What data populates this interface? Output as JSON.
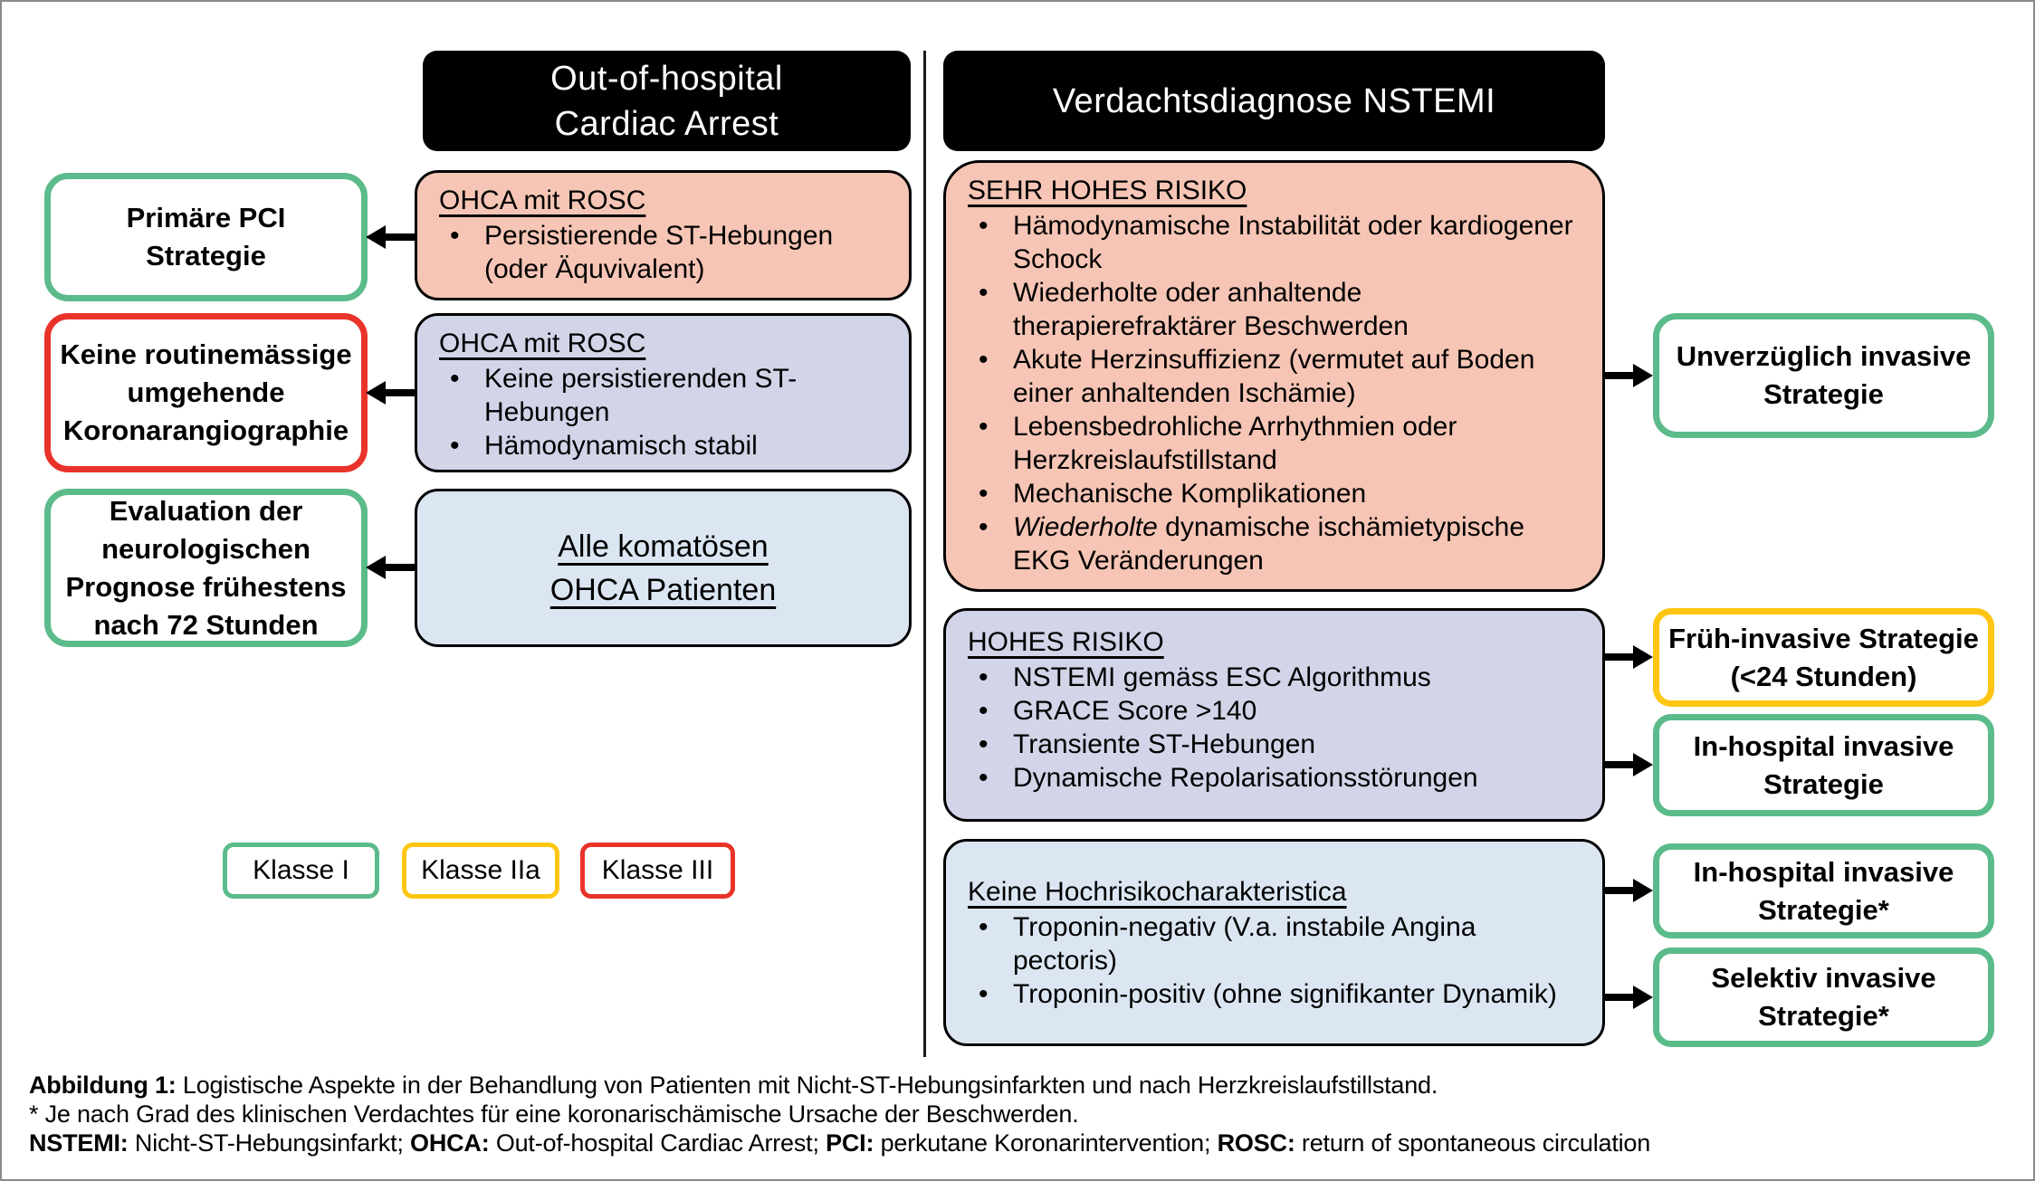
{
  "colors": {
    "green": "#5bbb8a",
    "red": "#e9332a",
    "yellow": "#fec612",
    "pink": "#f6c5b5",
    "lavender": "#d2d4e8",
    "light_blue": "#dce6f3",
    "header_bg": "#000000"
  },
  "headers": {
    "ohca": "Out-of-hospital\nCardiac Arrest",
    "nstemi": "Verdachtsdiagnose NSTEMI"
  },
  "ohca_section": {
    "outcomes": [
      {
        "label": "Primäre PCI\nStrategie"
      },
      {
        "label": "Keine routinemässige\numgehende\nKoronarangiographie"
      },
      {
        "label": "Evaluation der\nneurologischen\nPrognose frühestens\nnach 72 Stunden"
      }
    ],
    "criteria": [
      {
        "title": "OHCA mit ROSC",
        "bullets": [
          {
            "text": "Persistierende ST-Hebungen (oder Äquvivalent)"
          }
        ]
      },
      {
        "title": "OHCA mit ROSC",
        "bullets": [
          {
            "text": "Keine persistierenden ST-Hebungen"
          },
          {
            "text": "Hämodynamisch stabil"
          }
        ]
      },
      {
        "lines": "Alle komatösen\nOHCA Patienten"
      }
    ]
  },
  "nstemi_section": {
    "very_high": {
      "title": "SEHR HOHES RISIKO",
      "bullets": [
        {
          "text": "Hämodynamische Instabilität oder kardiogener Schock"
        },
        {
          "text": "Wiederholte oder anhaltende therapierefraktärer Beschwerden"
        },
        {
          "text": "Akute Herzinsuffizienz (vermutet auf Boden einer anhaltenden Ischämie)"
        },
        {
          "text": "Lebensbedrohliche Arrhythmien oder Herzkreislaufstillstand"
        },
        {
          "text": "Mechanische Komplikationen"
        },
        {
          "em": "Wiederholte",
          "text": " dynamische ischämietypische EKG Veränderungen"
        }
      ],
      "outcome": "Unverzüglich invasive\nStrategie"
    },
    "high": {
      "title": "HOHES RISIKO",
      "bullets": [
        {
          "text": "NSTEMI gemäss ESC Algorithmus"
        },
        {
          "text": "GRACE Score >140"
        },
        {
          "text": "Transiente ST-Hebungen"
        },
        {
          "text": "Dynamische Repolarisationsstörungen"
        }
      ],
      "outcomes": [
        "Früh-invasive Strategie\n(<24 Stunden)",
        "In-hospital invasive\nStrategie"
      ]
    },
    "no_high_risk": {
      "title": "Keine Hochrisikocharakteristica",
      "bullets": [
        {
          "text": "Troponin-negativ (V.a. instabile Angina pectoris)"
        },
        {
          "text": "Troponin-positiv (ohne signifikanter Dynamik)"
        }
      ],
      "outcomes": [
        "In-hospital invasive\nStrategie*",
        "Selektiv invasive\nStrategie*"
      ]
    }
  },
  "legend": [
    {
      "label": "Klasse I"
    },
    {
      "label": "Klasse IIa"
    },
    {
      "label": "Klasse III"
    }
  ],
  "caption": {
    "line1_label": "Abbildung 1:",
    "line1_text": " Logistische Aspekte in der Behandlung von Patienten mit Nicht-ST-Hebungsinfarkten und nach Herzkreislaufstillstand.",
    "line2": "* Je nach Grad des klinischen Verdachtes für eine koronarischämische Ursache der Beschwerden.",
    "abbreviations": [
      {
        "term": "NSTEMI:",
        "definition": " Nicht-ST-Hebungsinfarkt; "
      },
      {
        "term": "OHCA:",
        "definition": " Out-of-hospital Cardiac Arrest; "
      },
      {
        "term": "PCI:",
        "definition": " perkutane Koronarintervention; "
      },
      {
        "term": "ROSC:",
        "definition": " return of spontaneous circulation"
      }
    ]
  }
}
